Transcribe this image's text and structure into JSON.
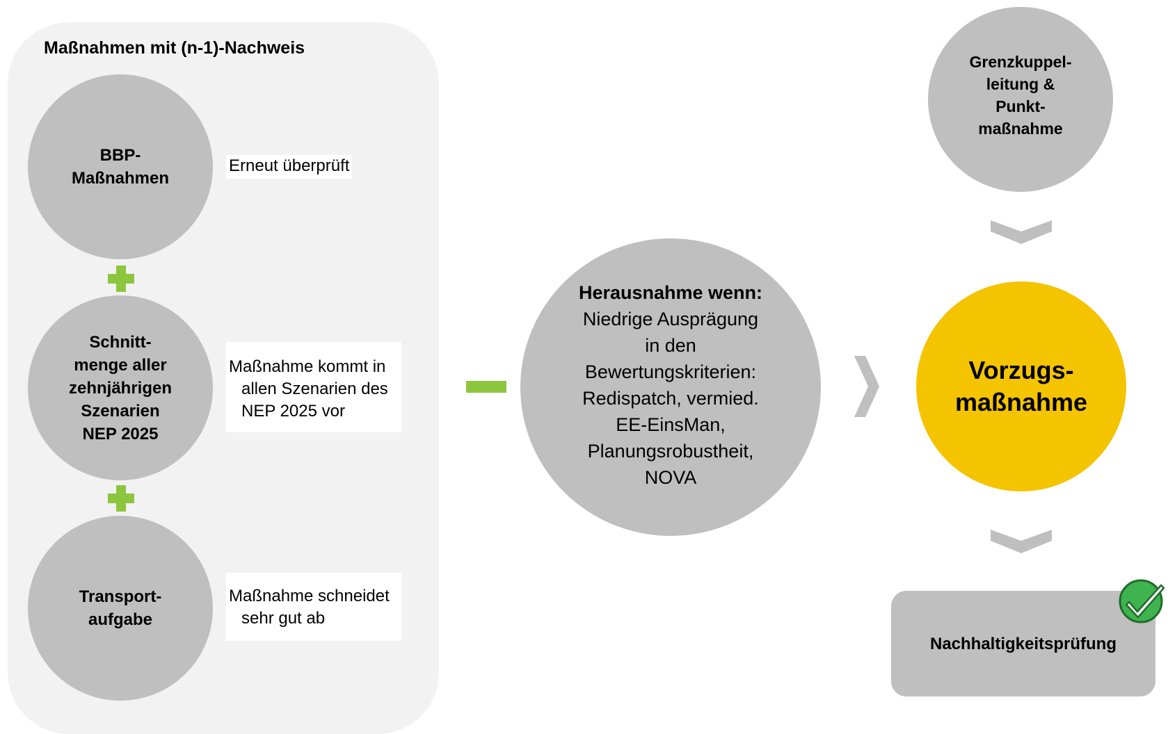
{
  "panel": {
    "title": "Maßnahmen mit (n-1)-Nachweis"
  },
  "criteria": [
    {
      "circle_lines": [
        "BBP-",
        "Maßnahmen"
      ],
      "note_lines": [
        "Erneut überprüft"
      ]
    },
    {
      "circle_lines": [
        "Schnitt-",
        "menge aller",
        "zehnjährigen",
        "Szenarien",
        "NEP 2025"
      ],
      "note_lines": [
        "Maßnahme kommt in",
        "allen Szenarien des",
        "NEP 2025 vor"
      ]
    },
    {
      "circle_lines": [
        "Transport-",
        "aufgabe"
      ],
      "note_lines": [
        "Maßnahme schneidet",
        "sehr gut ab"
      ]
    }
  ],
  "exclusion": {
    "heading": "Herausnahme wenn:",
    "lines": [
      "Niedrige Ausprägung",
      "in den",
      "Bewertungskriterien:",
      "Redispatch, vermied.",
      "EE-EinsMan,",
      "Planungsrobustheit,",
      "NOVA"
    ]
  },
  "border_circle": {
    "lines": [
      "Grenzkuppel-",
      "leitung &",
      "Punkt-",
      "maßnahme"
    ]
  },
  "preferred": {
    "lines": [
      "Vorzugs-",
      "maßnahme"
    ]
  },
  "sustainability": {
    "label": "Nachhaltigkeitsprüfung"
  },
  "colors": {
    "panel_bg": "#f2f2f2",
    "circle_gray": "#bfbfbf",
    "accent_green": "#8cc63e",
    "preferred_yellow": "#f4c400",
    "chevron_gray": "#bfbfbf",
    "check_green": "#3fb34f"
  },
  "icons": [
    "plus-icon",
    "minus-icon",
    "chevron-right-icon",
    "chevron-down-icon",
    "checkmark-icon"
  ]
}
